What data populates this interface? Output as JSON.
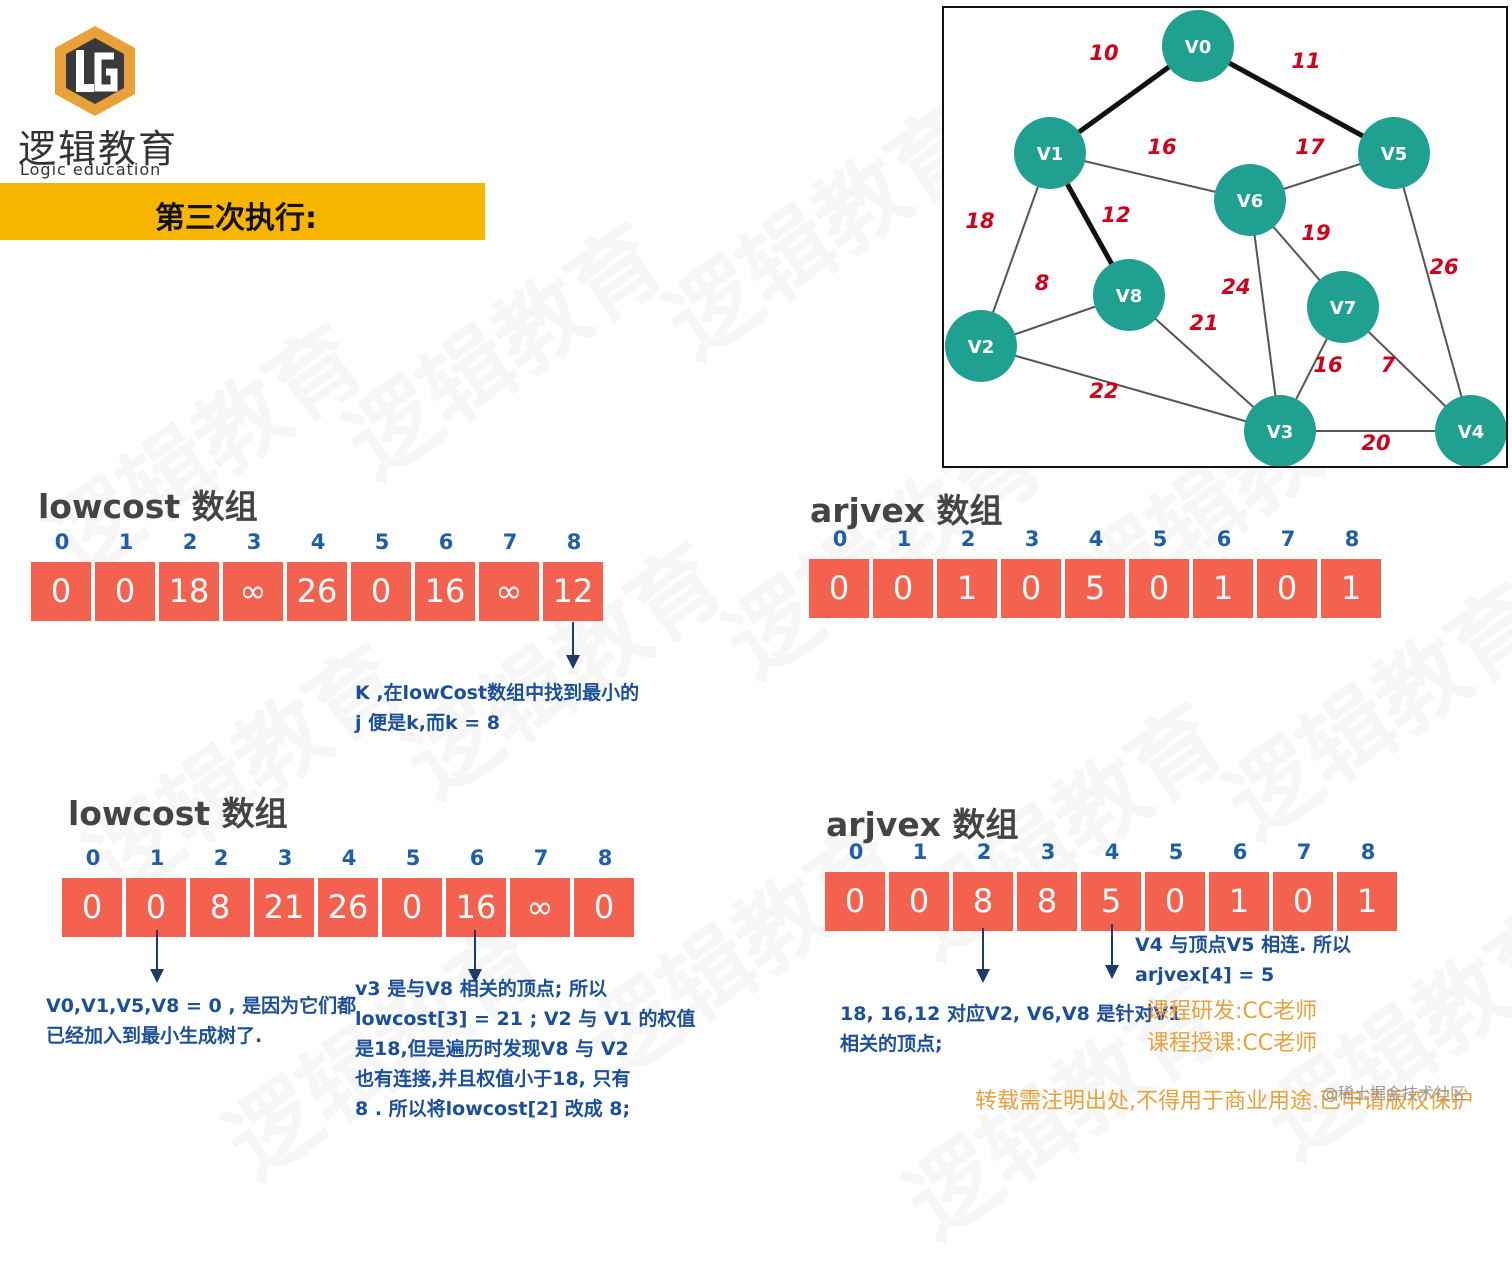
{
  "logo": {
    "title": "逻辑教育",
    "subtitle": "Logic education",
    "letters": "LG"
  },
  "banner": "第三次执行:",
  "graph": {
    "nodes": [
      {
        "id": "V0"
      },
      {
        "id": "V1"
      },
      {
        "id": "V5"
      },
      {
        "id": "V6"
      },
      {
        "id": "V8"
      },
      {
        "id": "V7"
      },
      {
        "id": "V2"
      },
      {
        "id": "V3"
      },
      {
        "id": "V4"
      }
    ],
    "edges": [
      {
        "from": "V0",
        "to": "V1",
        "weight": "10",
        "bold": true
      },
      {
        "from": "V0",
        "to": "V5",
        "weight": "11",
        "bold": true
      },
      {
        "from": "V1",
        "to": "V6",
        "weight": "16",
        "bold": false
      },
      {
        "from": "V5",
        "to": "V6",
        "weight": "17",
        "bold": false
      },
      {
        "from": "V1",
        "to": "V8",
        "weight": "12",
        "bold": true
      },
      {
        "from": "V1",
        "to": "V2",
        "weight": "18",
        "bold": false
      },
      {
        "from": "V2",
        "to": "V8",
        "weight": "8",
        "bold": false
      },
      {
        "from": "V6",
        "to": "V7",
        "weight": "19",
        "bold": false
      },
      {
        "from": "V6",
        "to": "V3",
        "weight": "24",
        "bold": false
      },
      {
        "from": "V5",
        "to": "V4",
        "weight": "26",
        "bold": false
      },
      {
        "from": "V8",
        "to": "V3",
        "weight": "21",
        "bold": false
      },
      {
        "from": "V7",
        "to": "V3",
        "weight": "16",
        "bold": false
      },
      {
        "from": "V7",
        "to": "V4",
        "weight": "7",
        "bold": false
      },
      {
        "from": "V2",
        "to": "V3",
        "weight": "22",
        "bold": false
      },
      {
        "from": "V3",
        "to": "V4",
        "weight": "20",
        "bold": false
      }
    ],
    "colors": {
      "node": "#1fa090",
      "edge": "#555555",
      "bold_edge": "#111111",
      "weight": "#d0021b"
    }
  },
  "arrays": {
    "lowcost1": {
      "title": "lowcost 数组",
      "indices": [
        "0",
        "1",
        "2",
        "3",
        "4",
        "5",
        "6",
        "7",
        "8"
      ],
      "values": [
        "0",
        "0",
        "18",
        "∞",
        "26",
        "0",
        "16",
        "∞",
        "12"
      ]
    },
    "arjvex1": {
      "title": "arjvex 数组",
      "indices": [
        "0",
        "1",
        "2",
        "3",
        "4",
        "5",
        "6",
        "7",
        "8"
      ],
      "values": [
        "0",
        "0",
        "1",
        "0",
        "5",
        "0",
        "1",
        "0",
        "1"
      ]
    },
    "lowcost2": {
      "title": "lowcost 数组",
      "indices": [
        "0",
        "1",
        "2",
        "3",
        "4",
        "5",
        "6",
        "7",
        "8"
      ],
      "values": [
        "0",
        "0",
        "8",
        "21",
        "26",
        "0",
        "16",
        "∞",
        "0"
      ]
    },
    "arjvex2": {
      "title": "arjvex 数组",
      "indices": [
        "0",
        "1",
        "2",
        "3",
        "4",
        "5",
        "6",
        "7",
        "8"
      ],
      "values": [
        "0",
        "0",
        "8",
        "8",
        "5",
        "0",
        "1",
        "0",
        "1"
      ]
    }
  },
  "notes": {
    "k_line1": "K ,在lowCost数组中找到最小的",
    "k_line2": "j 便是k,而k = 8",
    "v0_line1": "V0,V1,V5,V8 = 0 , 是因为它们都",
    "v0_line2": "已经加入到最小生成树了.",
    "v3_line1": "v3 是与V8 相关的顶点; 所以",
    "v3_line2": "lowcost[3] = 21 ; V2 与 V1 的权值",
    "v3_line3": "是18,但是遍历时发现V8 与 V2",
    "v3_line4": "也有连接,并且权值小于18, 只有",
    "v3_line5": "8 . 所以将lowcost[2] 改成 8;",
    "v4_line1": "V4 与顶点V5 相连. 所以",
    "v4_line2": "arjvex[4] = 5",
    "v2_line1": "18, 16,12  对应V2, V6,V8 是针对V1",
    "v2_line2": "相关的顶点;"
  },
  "credits": {
    "line1": "课程研发:CC老师",
    "line2": "课程授课:CC老师",
    "line3": "转载需注明出处,不得用于商业用途.已申请版权保护",
    "watermark_site": "@稀土掘金技术社区"
  },
  "watermark": "逻辑教育",
  "accent": "#f7b500",
  "cell_color": "#f4624f",
  "index_color": "#1f5fa6"
}
